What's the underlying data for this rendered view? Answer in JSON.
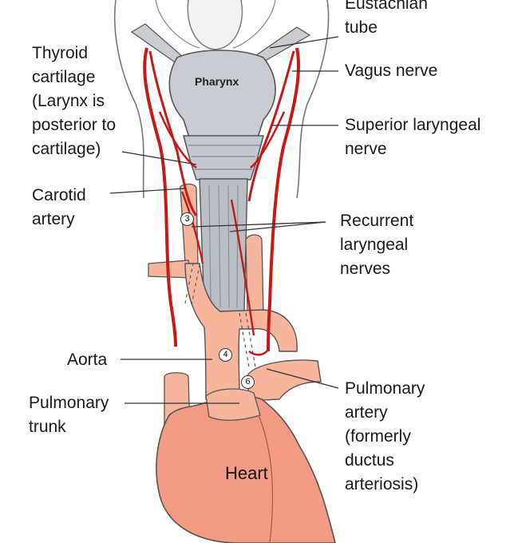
{
  "labels": {
    "eustachian": [
      "Eustachian",
      "tube"
    ],
    "thyroid": [
      "Thyroid",
      "cartilage",
      "(Larynx is",
      "posterior to",
      "cartilage)"
    ],
    "vagus": [
      "Vagus nerve"
    ],
    "superior": [
      "Superior laryngeal",
      "nerve"
    ],
    "carotid": [
      "Carotid",
      "artery"
    ],
    "recurrent": [
      "Recurrent",
      "laryngeal",
      "nerves"
    ],
    "aorta": [
      "Aorta"
    ],
    "pulm_trunk": [
      "Pulmonary",
      "trunk"
    ],
    "pulm_artery": [
      "Pulmonary",
      "artery",
      "(formerly",
      "ductus",
      "arteriosis)"
    ]
  },
  "structures": {
    "pharynx": "Pharynx",
    "heart": "Heart"
  },
  "arch_numbers": [
    "3",
    "4",
    "6"
  ],
  "colors": {
    "nerve": "#c41a1a",
    "artery": "#f7b59e",
    "heart": "#f39b84",
    "pharynx": "#c9cdd2",
    "trachea": "#b9bec4",
    "outline": "#555555"
  }
}
